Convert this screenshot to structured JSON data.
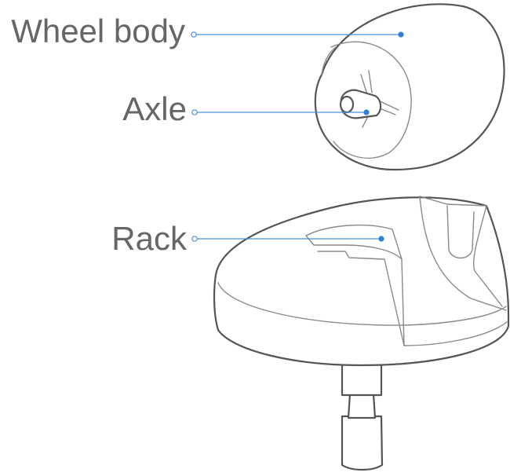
{
  "labels": {
    "wheel_body": "Wheel body",
    "axle": "Axle",
    "rack": "Rack"
  },
  "colors": {
    "leader": "#4a90d9",
    "text": "#666666",
    "outline": "#555555"
  }
}
